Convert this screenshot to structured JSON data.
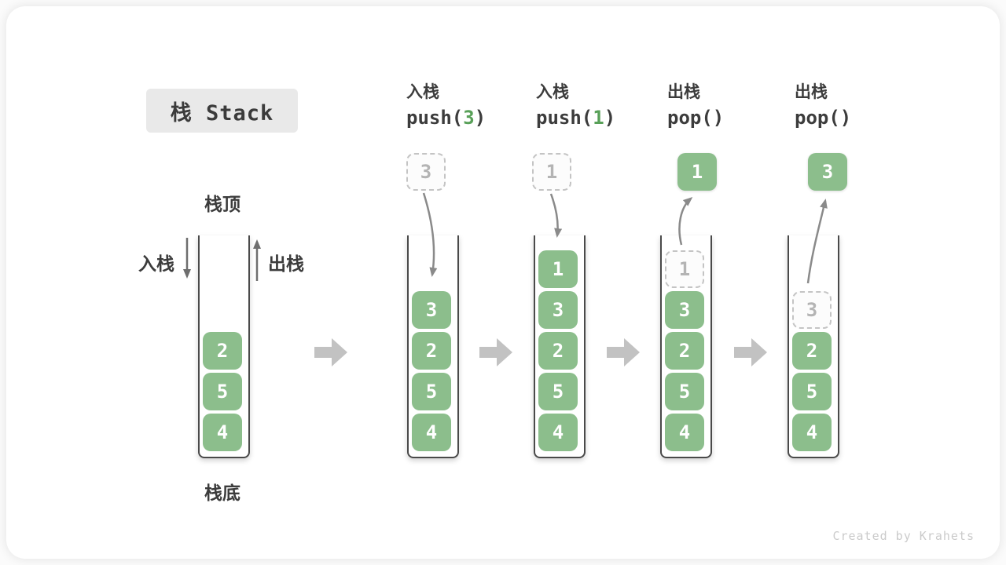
{
  "title": {
    "label": "栈 Stack"
  },
  "legend": {
    "top": "栈顶",
    "bottom": "栈底",
    "push": "入栈",
    "pop": "出栈"
  },
  "operations": [
    {
      "cn": "入栈",
      "code_prefix": "push(",
      "arg": "3",
      "code_suffix": ")"
    },
    {
      "cn": "入栈",
      "code_prefix": "push(",
      "arg": "1",
      "code_suffix": ")"
    },
    {
      "cn": "出栈",
      "code_prefix": "pop(",
      "arg": "",
      "code_suffix": ")"
    },
    {
      "cn": "出栈",
      "code_prefix": "pop(",
      "arg": "",
      "code_suffix": ")"
    }
  ],
  "floating": [
    {
      "value": "3",
      "style": "dashed"
    },
    {
      "value": "1",
      "style": "dashed"
    },
    {
      "value": "1",
      "style": "solid"
    },
    {
      "value": "3",
      "style": "solid"
    }
  ],
  "stacks": [
    {
      "items": [
        {
          "value": "2",
          "style": "solid",
          "slot": 2
        },
        {
          "value": "5",
          "style": "solid",
          "slot": 1
        },
        {
          "value": "4",
          "style": "solid",
          "slot": 0
        }
      ]
    },
    {
      "items": [
        {
          "value": "3",
          "style": "solid",
          "slot": 3
        },
        {
          "value": "2",
          "style": "solid",
          "slot": 2
        },
        {
          "value": "5",
          "style": "solid",
          "slot": 1
        },
        {
          "value": "4",
          "style": "solid",
          "slot": 0
        }
      ]
    },
    {
      "items": [
        {
          "value": "1",
          "style": "solid",
          "slot": 4
        },
        {
          "value": "3",
          "style": "solid",
          "slot": 3
        },
        {
          "value": "2",
          "style": "solid",
          "slot": 2
        },
        {
          "value": "5",
          "style": "solid",
          "slot": 1
        },
        {
          "value": "4",
          "style": "solid",
          "slot": 0
        }
      ]
    },
    {
      "items": [
        {
          "value": "1",
          "style": "dashed",
          "slot": 4
        },
        {
          "value": "3",
          "style": "solid",
          "slot": 3
        },
        {
          "value": "2",
          "style": "solid",
          "slot": 2
        },
        {
          "value": "5",
          "style": "solid",
          "slot": 1
        },
        {
          "value": "4",
          "style": "solid",
          "slot": 0
        }
      ]
    },
    {
      "items": [
        {
          "value": "3",
          "style": "dashed",
          "slot": 3
        },
        {
          "value": "2",
          "style": "solid",
          "slot": 2
        },
        {
          "value": "5",
          "style": "solid",
          "slot": 1
        },
        {
          "value": "4",
          "style": "solid",
          "slot": 0
        }
      ]
    }
  ],
  "footer": {
    "credit": "Created by Krahets"
  },
  "colors": {
    "box_green": "#8CBE8C",
    "code_arg_green": "#58A058",
    "text_dark": "#3C3C3C",
    "stack_wall": "#4A4A4A",
    "dashed_border": "#C4C4C4",
    "dashed_text": "#B4B4B4",
    "curved_arrow": "#8A8A8A",
    "small_arrow": "#6E6E6E",
    "block_arrow": "#C2C2C2",
    "title_bg": "#E9E9E9",
    "credit_text": "#CBCBCB"
  }
}
